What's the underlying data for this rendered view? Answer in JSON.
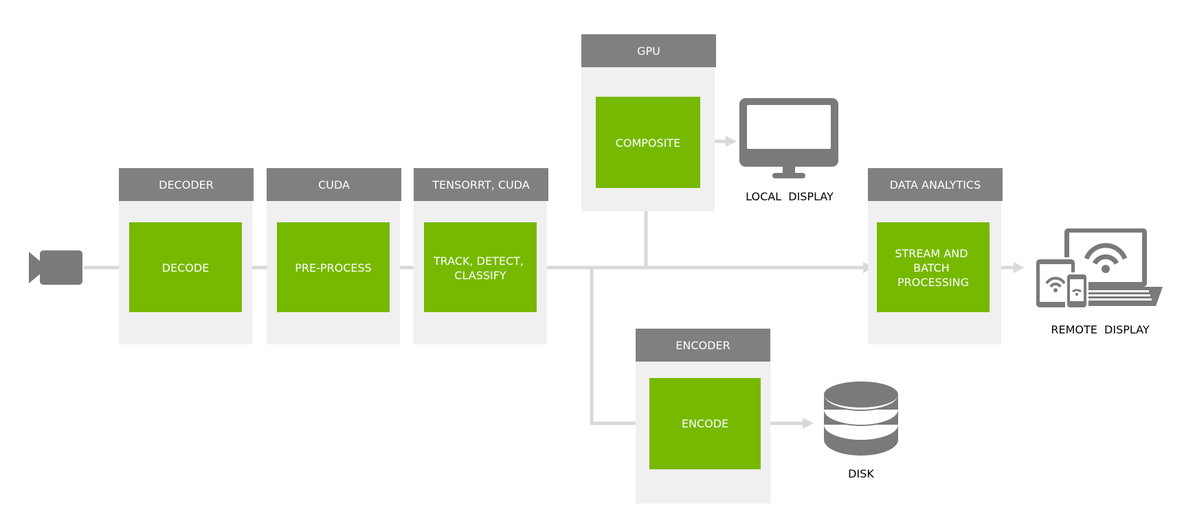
{
  "stages": {
    "decoder": {
      "header": "DECODER",
      "lines": [
        "DECODE"
      ]
    },
    "cuda": {
      "header": "CUDA",
      "lines": [
        "PRE-PROCESS"
      ]
    },
    "tensorrt": {
      "header": "TENSORRT, CUDA",
      "lines": [
        "TRACK, DETECT,",
        "CLASSIFY"
      ]
    },
    "gpu": {
      "header": "GPU",
      "lines": [
        "COMPOSITE"
      ]
    },
    "encoder": {
      "header": "ENCODER",
      "lines": [
        "ENCODE"
      ]
    },
    "analytics": {
      "header": "DATA ANALYTICS",
      "lines": [
        "STREAM AND",
        "BATCH",
        "PROCESSING"
      ]
    }
  },
  "outputs": {
    "local_display": "LOCAL  DISPLAY",
    "remote_display": "REMOTE  DISPLAY",
    "disk": "DISK"
  },
  "icons": {
    "input": "video-camera-icon",
    "local_display": "monitor-icon",
    "remote_display": "devices-wifi-icon",
    "disk": "database-disk-icon"
  },
  "colors": {
    "process_box": "#76b900",
    "header": "#808080",
    "panel": "#f0f0f0",
    "connector": "#d9d9d9",
    "icon": "#7a7a7a"
  }
}
